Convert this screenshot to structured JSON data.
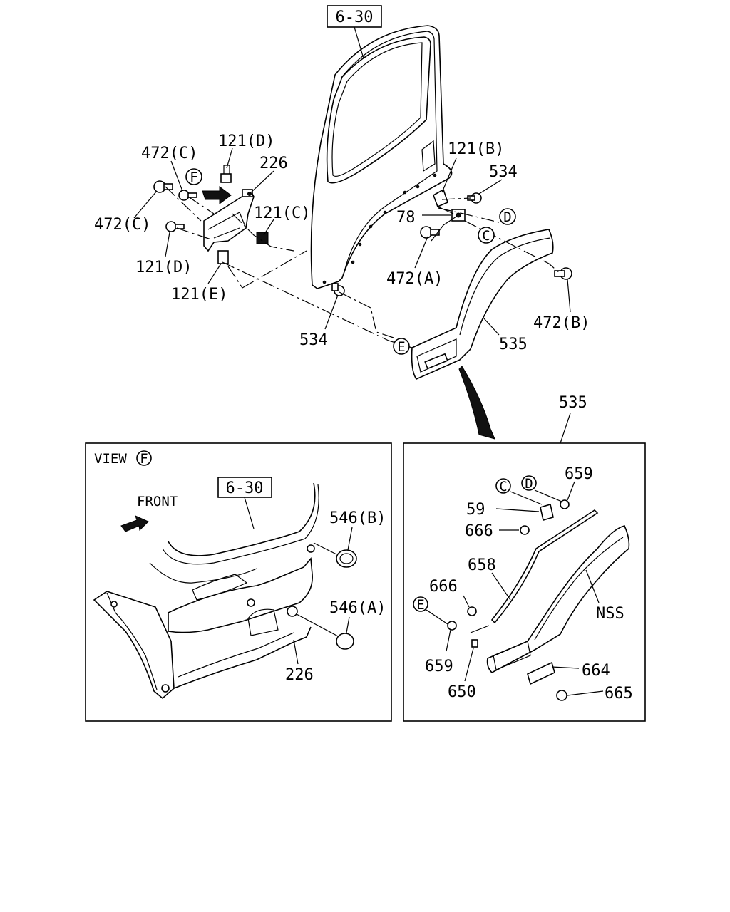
{
  "main": {
    "ref_main": "6-30",
    "labels": {
      "l_121D_top": "121(D)",
      "l_472C_top": "472(C)",
      "l_226_top": "226",
      "l_472C_left": "472(C)",
      "l_121C": "121(C)",
      "l_121D_left": "121(D)",
      "l_121E": "121(E)",
      "l_121B": "121(B)",
      "l_534_right": "534",
      "l_78": "78",
      "l_472A": "472(A)",
      "l_472B": "472(B)",
      "l_534_bottom": "534",
      "l_535": "535"
    },
    "circled": {
      "c_F": "F",
      "c_D": "D",
      "c_C": "C",
      "c_E": "E"
    }
  },
  "view_f": {
    "view_prefix": "VIEW",
    "view_letter": "F",
    "ref_box": "6-30",
    "front_label": "FRONT",
    "labels": {
      "l_546B": "546(B)",
      "l_546A": "546(A)",
      "l_226": "226"
    }
  },
  "detail_535": {
    "title_ref": "535",
    "circled": {
      "c_C": "C",
      "c_D": "D",
      "c_E": "E"
    },
    "labels": {
      "l_659_top": "659",
      "l_59": "59",
      "l_666_top": "666",
      "l_658": "658",
      "l_666_mid": "666",
      "l_NSS": "NSS",
      "l_659_bottom": "659",
      "l_650": "650",
      "l_664": "664",
      "l_665": "665"
    }
  }
}
